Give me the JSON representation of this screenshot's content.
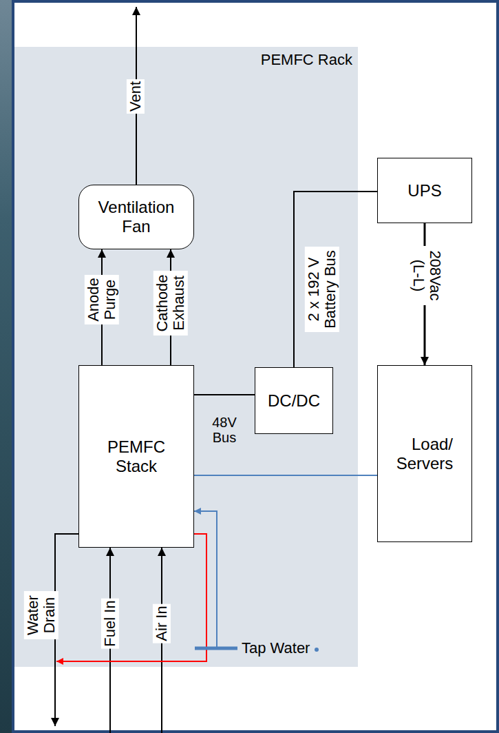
{
  "diagram": {
    "nodes": [
      {
        "text": [
          "PEMFC Rack"
        ]
      },
      {
        "text": [
          "Ventilation Fan"
        ],
        "in": 0
      },
      {
        "text": [
          "UPS"
        ]
      },
      {
        "text": [
          "DC/DC"
        ],
        "in": 0
      },
      {
        "text": [
          "PEMFC Stack"
        ],
        "in": 0
      },
      {
        "text": [
          "Load/Servers"
        ]
      }
    ],
    "edges": [
      {
        "from": 4,
        "to": 1,
        "label": "Anode Purge",
        "arrow": "to"
      },
      {
        "from": 4,
        "to": 1,
        "label": "Cathode Exhaust",
        "arrow": "to"
      },
      {
        "from": 2,
        "to": 5,
        "label": "208Vac (L-L)",
        "arrow": "to"
      },
      {
        "from": 3,
        "to": 2,
        "label": "2 x 192 V Battery Bus",
        "arrow": "none"
      },
      {
        "from": 4,
        "to": 3,
        "label": "48V Bus",
        "arrow": "none"
      },
      {
        "from": 4,
        "to": 5,
        "arrow": "none"
      }
    ],
    "labels": [
      "Vent",
      "Water Drain",
      "Fuel In",
      "Air In",
      "Tap Water"
    ]
  }
}
